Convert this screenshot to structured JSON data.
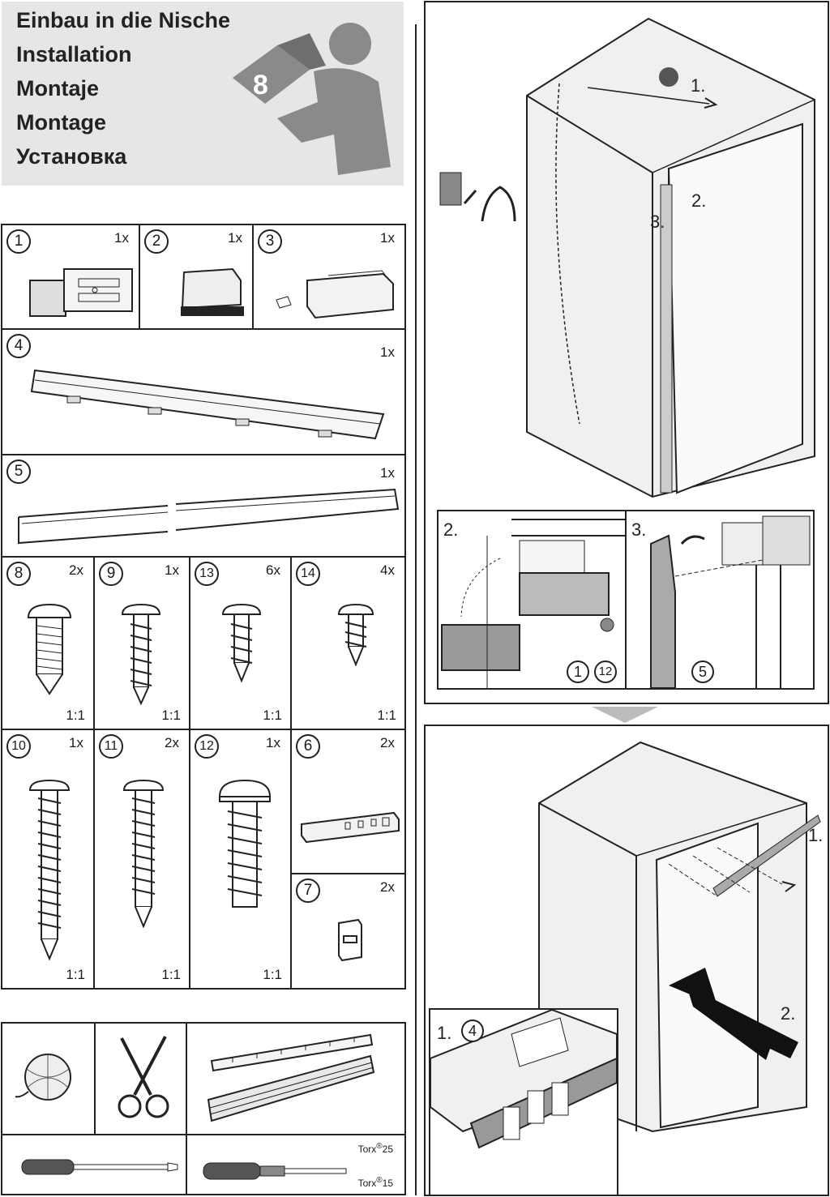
{
  "header": {
    "titles": [
      "Einbau in die Nische",
      "Installation",
      "Montaje",
      "Montage",
      "Установка"
    ],
    "manual_icon_number": "8"
  },
  "parts": {
    "p1": {
      "num": "1",
      "qty": "1x"
    },
    "p2": {
      "num": "2",
      "qty": "1x"
    },
    "p3": {
      "num": "3",
      "qty": "1x"
    },
    "p4": {
      "num": "4",
      "qty": "1x"
    },
    "p5": {
      "num": "5",
      "qty": "1x"
    },
    "p8": {
      "num": "8",
      "qty": "2x",
      "scale": "1:1"
    },
    "p9": {
      "num": "9",
      "qty": "1x",
      "scale": "1:1"
    },
    "p13": {
      "num": "13",
      "qty": "6x",
      "scale": "1:1"
    },
    "p14": {
      "num": "14",
      "qty": "4x",
      "scale": "1:1"
    },
    "p10": {
      "num": "10",
      "qty": "1x",
      "scale": "1:1"
    },
    "p11": {
      "num": "11",
      "qty": "2x",
      "scale": "1:1"
    },
    "p12": {
      "num": "12",
      "qty": "1x",
      "scale": "1:1"
    },
    "p6": {
      "num": "6",
      "qty": "2x"
    },
    "p7": {
      "num": "7",
      "qty": "2x"
    }
  },
  "tools": {
    "torx_large": {
      "name": "Torx",
      "mark": "®",
      "size": "25"
    },
    "torx_small": {
      "name": "Torx",
      "mark": "®",
      "size": "15"
    }
  },
  "panel_top": {
    "step1": "1.",
    "step2": "2.",
    "step3": "3.",
    "inset_left": {
      "step": "2.",
      "ref_a": "1",
      "ref_b": "12"
    },
    "inset_right": {
      "step": "3.",
      "ref": "5"
    }
  },
  "panel_bottom": {
    "step1": "1.",
    "step2": "2.",
    "inset": {
      "step": "1.",
      "ref": "4"
    }
  }
}
